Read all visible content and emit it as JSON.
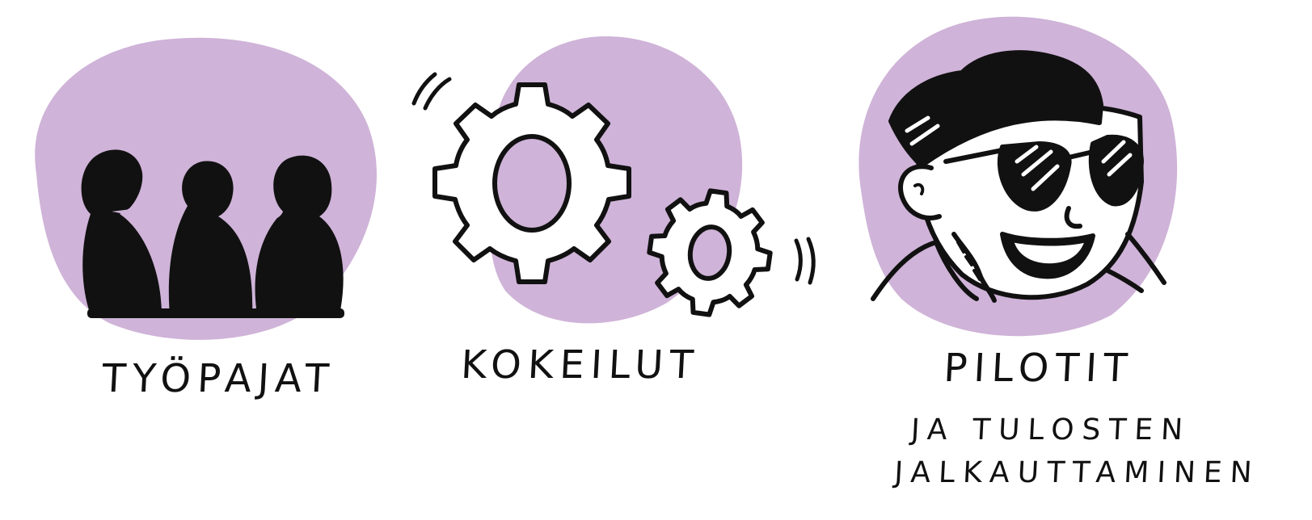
{
  "palette": {
    "blob": "#cfb3d8",
    "ink": "#111111",
    "paper": "#ffffff"
  },
  "panels": [
    {
      "caption": "TYÖPAJAT",
      "icon": "three-people-silhouette-icon"
    },
    {
      "caption": "KOKEILUT",
      "icon": "gears-icon"
    },
    {
      "caption": "PILOTIT",
      "subcaption_line1": "JA TULOSTEN",
      "subcaption_line2": "JALKAUTTAMINEN",
      "icon": "sunglasses-person-icon"
    }
  ]
}
